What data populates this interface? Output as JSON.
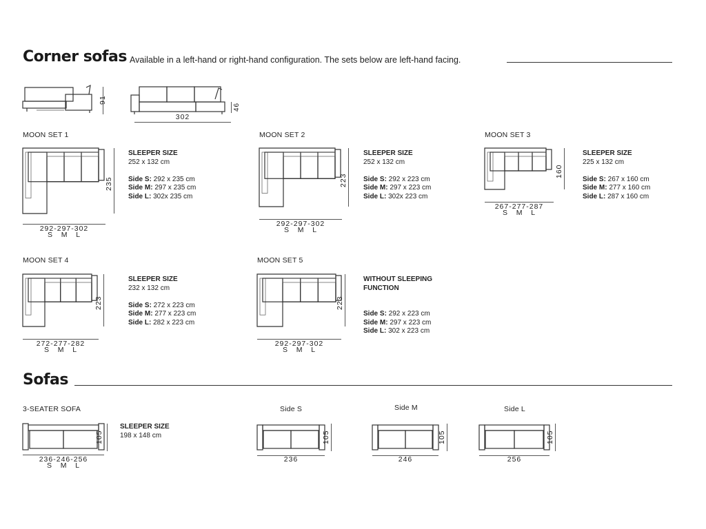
{
  "corner": {
    "title": "Corner sofas",
    "subtitle": "Available in a left-hand or right-hand configuration. The sets below are left-hand facing.",
    "elevation": {
      "height": "91",
      "seat_height": "46",
      "width": "302"
    },
    "sets": [
      {
        "name": "MOON SET 1",
        "heading": "SLEEPER SIZE",
        "sleeper": "252 x 132 cm",
        "depth": "235",
        "widths": "292-297-302",
        "sml": "S   M   L",
        "sides": [
          {
            "k": "Side S:",
            "v": " 292 x 235 cm"
          },
          {
            "k": "Side M:",
            "v": " 297 x 235 cm"
          },
          {
            "k": "Side L:",
            "v": " 302x 235 cm"
          }
        ]
      },
      {
        "name": "MOON SET 2",
        "heading": "SLEEPER SIZE",
        "sleeper": "252 x 132 cm",
        "depth": "223",
        "widths": "292-297-302",
        "sml": "S   M   L",
        "sides": [
          {
            "k": "Side S:",
            "v": " 292 x 223 cm"
          },
          {
            "k": "Side M:",
            "v": " 297 x 223 cm"
          },
          {
            "k": "Side L:",
            "v": " 302x 223 cm"
          }
        ]
      },
      {
        "name": "MOON SET 3",
        "heading": "SLEEPER SIZE",
        "sleeper": "225 x 132 cm",
        "depth": "160",
        "widths": "267-277-287",
        "sml": "S   M   L",
        "sides": [
          {
            "k": "Side S:",
            "v": " 267 x 160 cm"
          },
          {
            "k": "Side M:",
            "v": " 277 x 160 cm"
          },
          {
            "k": "Side L:",
            "v": " 287 x 160 cm"
          }
        ]
      },
      {
        "name": "MOON SET 4",
        "heading": "SLEEPER SIZE",
        "sleeper": "232 x 132 cm",
        "depth": "223",
        "widths": "272-277-282",
        "sml": "S   M   L",
        "sides": [
          {
            "k": "Side S:",
            "v": " 272 x 223 cm"
          },
          {
            "k": "Side M:",
            "v": " 277 x 223 cm"
          },
          {
            "k": "Side L:",
            "v": " 282 x 223 cm"
          }
        ]
      },
      {
        "name": "MOON SET 5",
        "heading": "WITHOUT SLEEPING FUNCTION",
        "sleeper": "",
        "depth": "223",
        "widths": "292-297-302",
        "sml": "S   M   L",
        "sides": [
          {
            "k": "Side S:",
            "v": " 292 x 223 cm"
          },
          {
            "k": "Side M:",
            "v": " 297 x 223 cm"
          },
          {
            "k": "Side L:",
            "v": " 302 x 223 cm"
          }
        ]
      }
    ]
  },
  "sofas": {
    "title": "Sofas",
    "three_seater": {
      "name": "3-SEATER SOFA",
      "heading": "SLEEPER SIZE",
      "sleeper": "198 x 148 cm",
      "depth": "105",
      "widths": "236-246-256",
      "sml": "S   M   L"
    },
    "variants": [
      {
        "name": "Side S",
        "depth": "105",
        "width": "236"
      },
      {
        "name": "Side M",
        "depth": "105",
        "width": "246"
      },
      {
        "name": "Side L",
        "depth": "105",
        "width": "256"
      }
    ]
  }
}
